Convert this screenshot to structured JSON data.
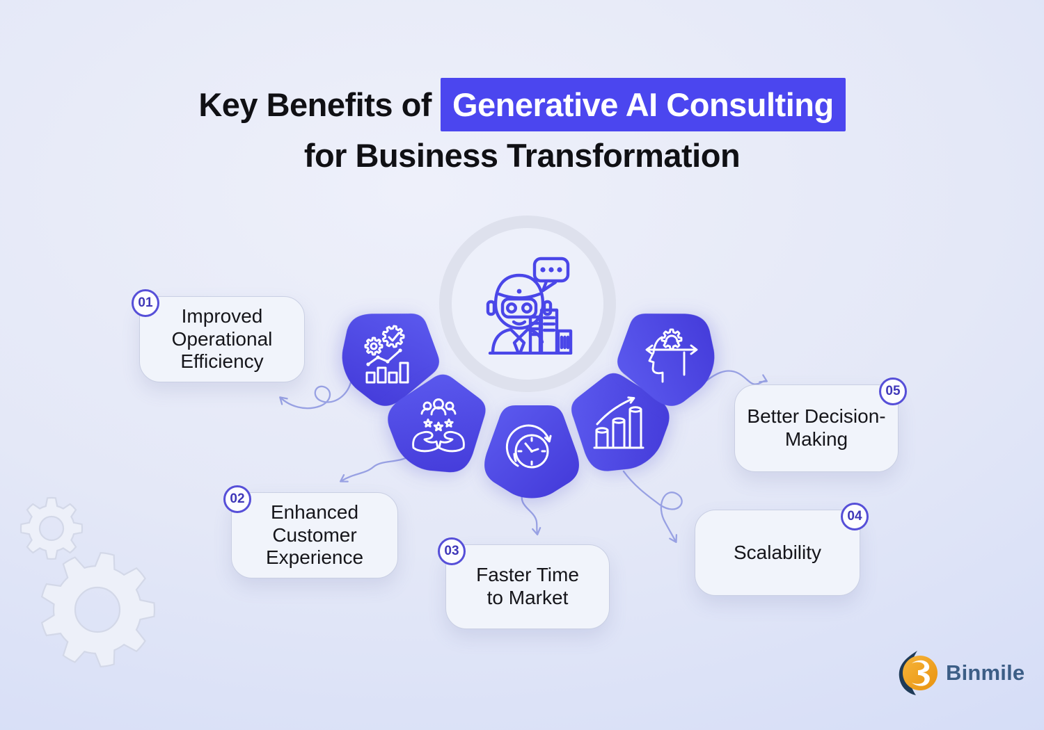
{
  "title": {
    "prefix": "Key Benefits of",
    "highlight": "Generative AI Consulting",
    "suffix": "for Business Transformation"
  },
  "center": {
    "icon": "ai-robot-consultant-icon"
  },
  "benefits": [
    {
      "number": "01",
      "label": "Improved Operational Efficiency",
      "icon": "efficiency-gears-chart-icon"
    },
    {
      "number": "02",
      "label": "Enhanced Customer Experience",
      "icon": "customer-hands-stars-icon"
    },
    {
      "number": "03",
      "label": "Faster Time to Market",
      "icon": "clock-speed-arrow-icon"
    },
    {
      "number": "04",
      "label": "Scalability",
      "icon": "growth-cylinders-arrow-icon"
    },
    {
      "number": "05",
      "label": "Better Decision-Making",
      "icon": "decision-head-gear-icon"
    }
  ],
  "brand": {
    "name": "Binmile"
  },
  "decorations": [
    "gear-watermark-icon",
    "connector-squiggle-arrows"
  ],
  "colors": {
    "accent_highlight": "#4B46EF",
    "petal_gradient_start": "#5D5CF0",
    "petal_gradient_end": "#4238D8",
    "icon_stroke": "#FFFFFF",
    "center_icon_stroke": "#4A46E8",
    "connector_arrow": "#98A1E3",
    "badge_border": "#564FD8",
    "badge_text": "#3F37B8",
    "card_background": "#F1F4FB",
    "card_border": "#C9CFE3",
    "title_text": "#101014",
    "background_light": "#ECEEF9",
    "background_edge": "#CDD7F7",
    "brand_orange": "#F2A52B",
    "brand_navy": "#1E3A57",
    "brand_text": "#3C5E86"
  }
}
